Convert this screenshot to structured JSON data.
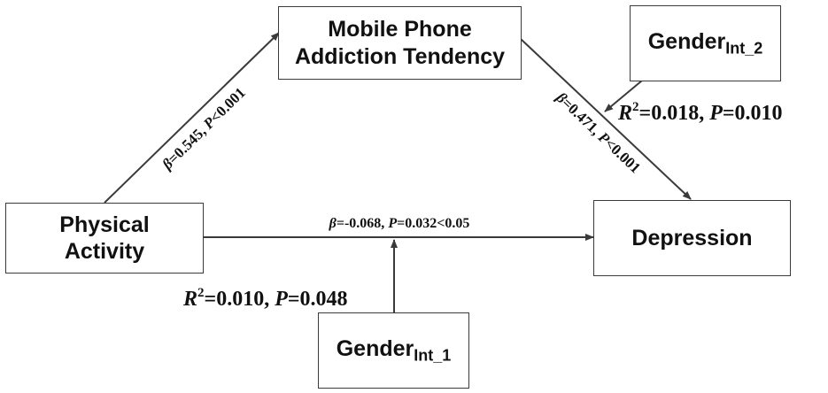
{
  "nodes": {
    "mobile_phone_addiction": {
      "line1": "Mobile Phone",
      "line2": "Addiction Tendency"
    },
    "physical_activity": {
      "line1": "Physical",
      "line2": "Activity"
    },
    "depression": {
      "label": "Depression"
    },
    "gender_int_2": {
      "base": "Gender",
      "sub": "Int_2"
    },
    "gender_int_1": {
      "base": "Gender",
      "sub": "Int_1"
    }
  },
  "paths": {
    "pa_to_mpa": {
      "beta_sym": "β",
      "beta_val": "=0.545, ",
      "p_sym": "P",
      "p_val": "<0.001"
    },
    "mpa_to_dep": {
      "beta_sym": "β",
      "beta_val": "=0.471, ",
      "p_sym": "P",
      "p_val": "<0.001"
    },
    "pa_to_dep": {
      "beta_sym": "β",
      "beta_val": "=-0.068, ",
      "p_sym": "P",
      "p_val": "=0.032<0.05"
    }
  },
  "moderation": {
    "gender_int_2": {
      "r_sym": "R",
      "r_sup": "2",
      "r_val": "=0.018, ",
      "p_sym": "P",
      "p_val": "=0.010"
    },
    "gender_int_1": {
      "r_sym": "R",
      "r_sup": "2",
      "r_val": "=0.010, ",
      "p_sym": "P",
      "p_val": "=0.048"
    }
  },
  "colors": {
    "line": "#3a3a3a",
    "text": "#111111",
    "background": "#ffffff"
  }
}
